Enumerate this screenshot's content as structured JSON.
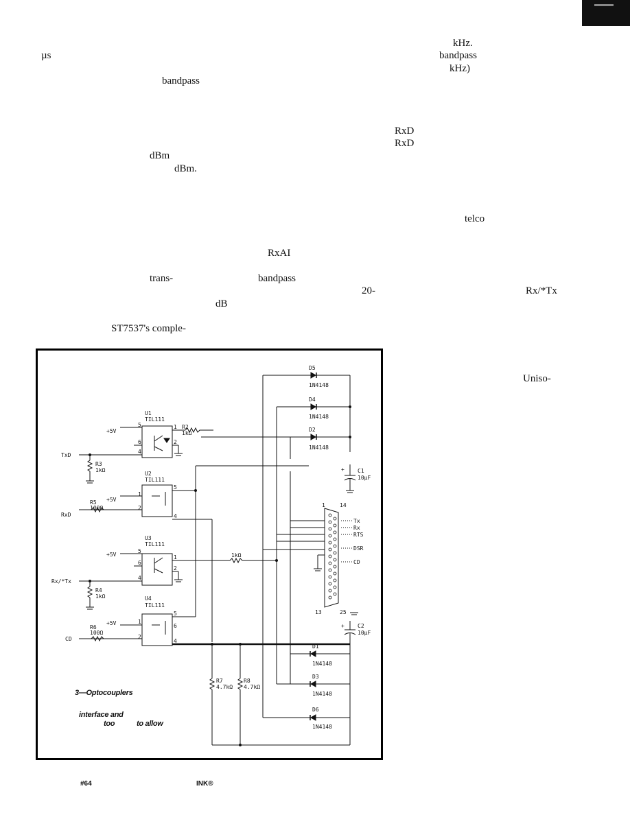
{
  "text_fragments": [
    {
      "id": "f1",
      "text": "kHz."
    },
    {
      "id": "f2",
      "text": "µs"
    },
    {
      "id": "f3",
      "text": "bandpass"
    },
    {
      "id": "f4",
      "text": "kHz)"
    },
    {
      "id": "f5",
      "text": "bandpass"
    },
    {
      "id": "f6",
      "text": "RxD"
    },
    {
      "id": "f7",
      "text": "RxD"
    },
    {
      "id": "f8",
      "text": "dBm"
    },
    {
      "id": "f9",
      "text": "dBm."
    },
    {
      "id": "f10",
      "text": "telco"
    },
    {
      "id": "f11",
      "text": "RxAI"
    },
    {
      "id": "f12",
      "text": "trans-"
    },
    {
      "id": "f13",
      "text": "bandpass"
    },
    {
      "id": "f14",
      "text": "20-"
    },
    {
      "id": "f15",
      "text": "Rx/*Tx"
    },
    {
      "id": "f16",
      "text": "dB"
    },
    {
      "id": "f17",
      "text": "ST7537's comple-"
    },
    {
      "id": "f18",
      "text": "Uniso-"
    }
  ],
  "figure": {
    "caption_lines": [
      "3—Optocouplers",
      "interface and",
      "too",
      "to allow"
    ],
    "labels": {
      "d5": "D5",
      "d4": "D4",
      "d2": "D2",
      "d1": "D1",
      "d3": "D3",
      "d6": "D6",
      "diode_part": "1N4148",
      "u1": "U1",
      "u2": "U2",
      "u3": "U3",
      "u4": "U4",
      "opto_part": "TIL111",
      "r2": "R2",
      "r2v": "1kΩ",
      "r3": "R3",
      "r3v": "1kΩ",
      "r4": "R4",
      "r4v": "1kΩ",
      "r5": "R5",
      "r5v": "100Ω",
      "r6": "R6",
      "r6v": "100Ω",
      "r7": "R7",
      "r7v": "4.7kΩ",
      "r8": "R8",
      "r8v": "4.7kΩ",
      "r_mid": "1kΩ",
      "c1": "C1",
      "c1v": "10µF",
      "c2": "C2",
      "c2v": "10µF",
      "vcc": "+5V",
      "plus": "+",
      "txd": "TxD",
      "rxd": "RxD",
      "rxtx": "Rx/*Tx",
      "cd_in": "CD",
      "pin1": "1",
      "pin2": "2",
      "pin4": "4",
      "pin5": "5",
      "pin6": "6",
      "conn_p1": "1",
      "conn_p14": "14",
      "conn_p13": "13",
      "conn_p25": "25",
      "sig_tx": "Tx",
      "sig_rx": "Rx",
      "sig_rts": "RTS",
      "sig_dsr": "DSR",
      "sig_cd": "CD"
    }
  },
  "footer": {
    "left": "#64",
    "right": "INK®"
  }
}
